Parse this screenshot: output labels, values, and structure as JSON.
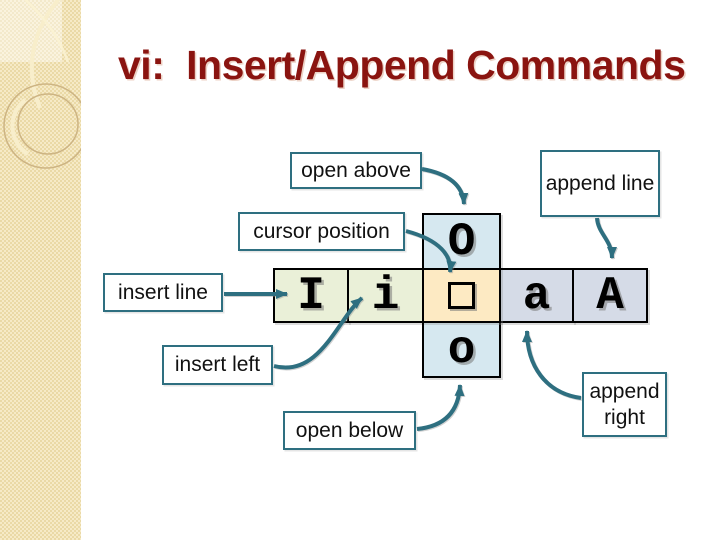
{
  "title": "vi:  Insert/Append Commands",
  "labels": {
    "open_above": "open above",
    "cursor_position": "cursor position",
    "insert_line": "insert line",
    "insert_left": "insert left",
    "open_below": "open below",
    "append_line": "append line",
    "append_right": "append right"
  },
  "keys": {
    "insert_line": "I",
    "insert_left": "i",
    "open_above": "O",
    "open_below": "o",
    "append_right": "a",
    "append_line": "A"
  },
  "colors": {
    "title": "#8a1410",
    "teal": "#2e6f80",
    "insert_cells": "#eaf0d8",
    "cursor_cell": "#fdeac3",
    "append_cells": "#d5dbe7",
    "open_cells": "#d6e8f0",
    "sidebar": "#ead9a6"
  }
}
